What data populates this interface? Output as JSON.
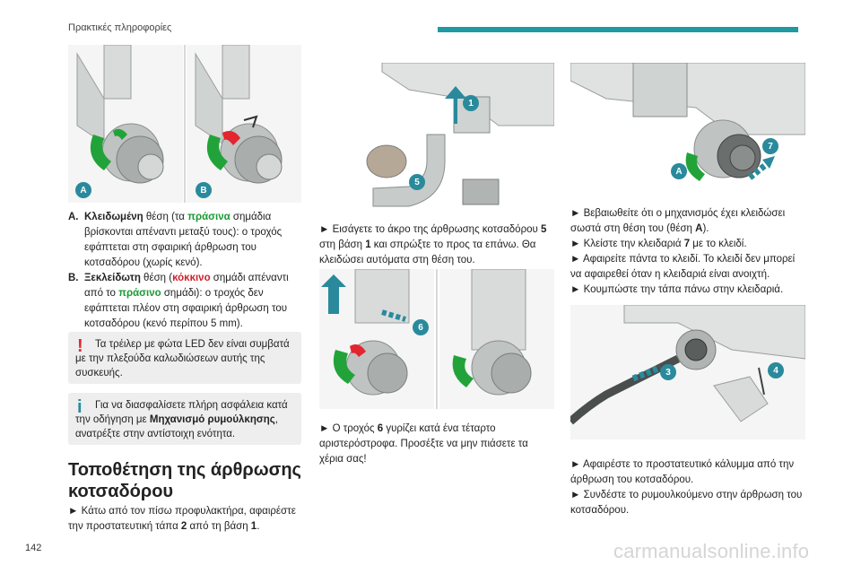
{
  "header": {
    "section": "Πρακτικές πληροφορίες",
    "accent_color": "#1f9aa3"
  },
  "page_number": "142",
  "watermark": "carmanualsonline.info",
  "col1": {
    "labels": {
      "a": "A",
      "b": "B"
    },
    "list": [
      {
        "label": "A.",
        "bold": "Κλειδωμένη",
        "text1": " θέση (τα ",
        "bold2": "πράσινα",
        "text2": " σημάδια βρίσκονται απέναντι μεταξύ τους): ο τροχός εφάπτεται στη σφαιρική άρθρωση του κοτσαδόρου (χωρίς κενό)."
      },
      {
        "label": "B.",
        "bold": "Ξεκλείδωτη",
        "text1": " θέση (",
        "bold2": "κόκκινο",
        "text2": " σημάδι απέναντι από το ",
        "bold3": "πράσινο",
        "text3": " σημάδι): ο τροχός δεν εφάπτεται πλέον στη σφαιρική άρθρωση του κοτσαδόρου (κενό περίπου 5 mm)."
      }
    ],
    "warning_note": "Τα τρέιλερ με φώτα LED δεν είναι συμβατά με την πλεξούδα καλωδιώσεων αυτής της συσκευής.",
    "info_note": {
      "t1": "Για να διασφαλίσετε πλήρη ασφάλεια κατά την οδήγηση με ",
      "bold": "Μηχανισμό ρυμούλκησης",
      "t2": ", ανατρέξτε στην αντίστοιχη ενότητα."
    },
    "section_title": "Τοποθέτηση της άρθρωσης κοτσαδόρου",
    "step": {
      "t1": "► Κάτω από τον πίσω προφυλακτήρα, αφαιρέστε την προστατευτική τάπα ",
      "b1": "2",
      "t2": " από τη βάση ",
      "b2": "1",
      "t3": "."
    }
  },
  "col2": {
    "callouts_top": [
      "1",
      "5"
    ],
    "step1": {
      "t1": "► Εισάγετε το άκρο της άρθρωσης κοτσαδόρου ",
      "b1": "5",
      "t2": " στη βάση ",
      "b2": "1",
      "t3": " και σπρώξτε το προς τα επάνω. Θα κλειδώσει αυτόματα στη θέση του."
    },
    "callout_mid": "6",
    "step2": {
      "t1": "► Ο τροχός ",
      "b1": "6",
      "t2": " γυρίζει κατά ένα τέταρτο αριστερόστροφα. Προσέξτε να μην πιάσετε τα χέρια σας!"
    }
  },
  "col3": {
    "callouts_top": [
      "7",
      "A"
    ],
    "steps": [
      {
        "t1": "► Βεβαιωθείτε ότι ο μηχανισμός έχει κλειδώσει σωστά στη θέση του (θέση ",
        "b1": "A",
        "t2": ")."
      },
      {
        "t1": "► Κλείστε την κλειδαριά ",
        "b1": "7",
        "t2": " με το κλειδί."
      },
      {
        "t1": "► Αφαιρείτε πάντα το κλειδί. Το κλειδί δεν μπορεί να αφαιρεθεί όταν η κλειδαριά είναι ανοιχτή."
      },
      {
        "t1": "► Κουμπώστε την τάπα πάνω στην κλειδαριά."
      }
    ],
    "callouts_bottom": [
      "3",
      "4"
    ],
    "steps2": [
      {
        "t1": "► Αφαιρέστε το προστατευτικό κάλυμμα από την άρθρωση του κοτσαδόρου."
      },
      {
        "t1": "► Συνδέστε το ρυμουλκούμενο στην άρθρωση του κοτσαδόρου."
      }
    ]
  },
  "colors": {
    "callout": "#2a8a9c",
    "warn": "#e3252f",
    "info": "#2a8a9c",
    "green": "#22a33a"
  }
}
